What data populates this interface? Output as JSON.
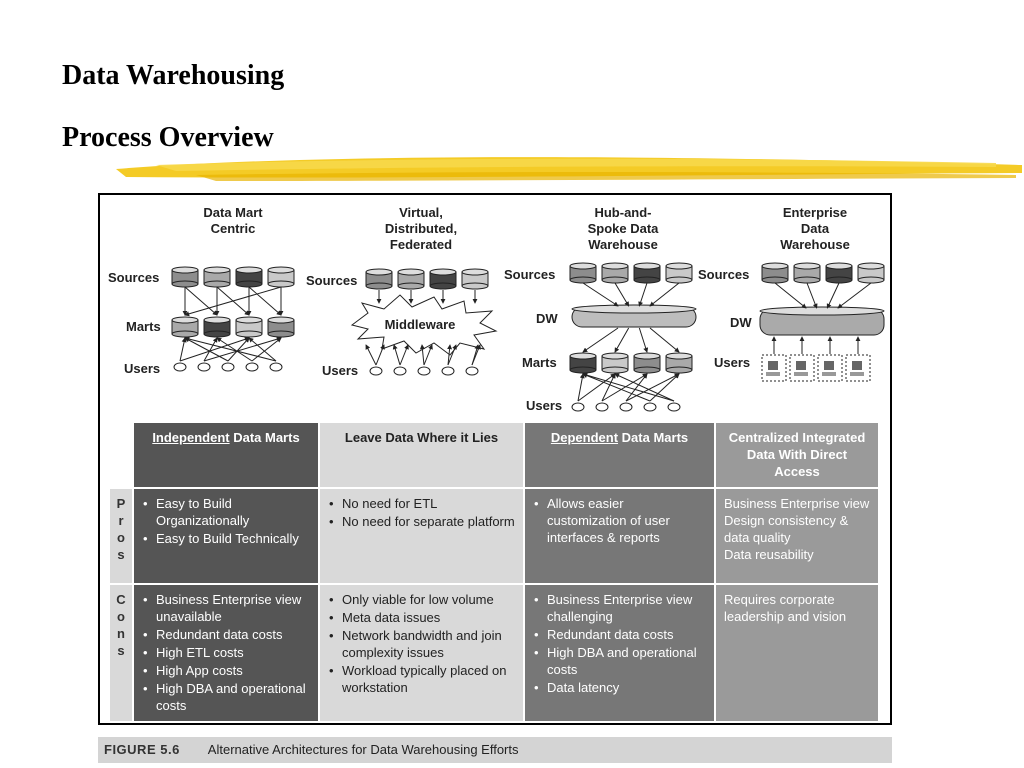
{
  "slide": {
    "title": "Data Warehousing",
    "subtitle": "Process Overview"
  },
  "diagram": {
    "sections": [
      {
        "title_lines": [
          "Data Mart",
          "Centric"
        ],
        "labels": [
          "Sources",
          "Marts",
          "Users"
        ]
      },
      {
        "title_lines": [
          "Virtual,",
          "Distributed,",
          "Federated"
        ],
        "labels": [
          "Sources",
          "Users"
        ],
        "middleware": "Middleware"
      },
      {
        "title_lines": [
          "Hub-and-",
          "Spoke Data",
          "Warehouse"
        ],
        "labels": [
          "Sources",
          "DW",
          "Marts",
          "Users"
        ]
      },
      {
        "title_lines": [
          "Enterprise",
          "Data",
          "Warehouse"
        ],
        "labels": [
          "Sources",
          "DW",
          "Users"
        ]
      }
    ]
  },
  "table": {
    "headers": [
      {
        "underlined": "Independent",
        "rest": " Data Marts"
      },
      {
        "underlined": "",
        "rest": "Leave Data Where it Lies"
      },
      {
        "underlined": "Dependent",
        "rest": " Data Marts"
      },
      {
        "underlined": "",
        "rest": "Centralized Integrated Data With Direct Access"
      }
    ],
    "pros_label": [
      "P",
      "r",
      "o",
      "s"
    ],
    "cons_label": [
      "C",
      "o",
      "n",
      "s"
    ],
    "pros": [
      [
        "Easy to Build Organizationally",
        "Easy to Build Technically"
      ],
      [
        "No need for ETL",
        "No need for separate platform"
      ],
      [
        "Allows easier customization of user interfaces & reports"
      ],
      [
        "Business Enterprise view",
        "Design consistency & data quality",
        "Data reusability"
      ]
    ],
    "cons": [
      [
        "Business Enterprise view unavailable",
        "Redundant data costs",
        "High ETL costs",
        "High App costs",
        "High DBA and operational costs"
      ],
      [
        "Only viable for low volume",
        "Meta data issues",
        "Network bandwidth and join complexity issues",
        "Workload typically placed on workstation"
      ],
      [
        "Business Enterprise view challenging",
        "Redundant data costs",
        "High DBA and operational costs",
        "Data latency"
      ],
      [
        "Requires corporate leadership and vision"
      ]
    ]
  },
  "caption": {
    "figure": "FIGURE 5.6",
    "text": "Alternative Architectures for Data Warehousing Efforts"
  },
  "colors": {
    "highlight_stroke": "#f2c200",
    "independent": "#555555",
    "leave": "#d9d9d9",
    "dependent": "#777777",
    "centralized": "#9a9a9a"
  }
}
